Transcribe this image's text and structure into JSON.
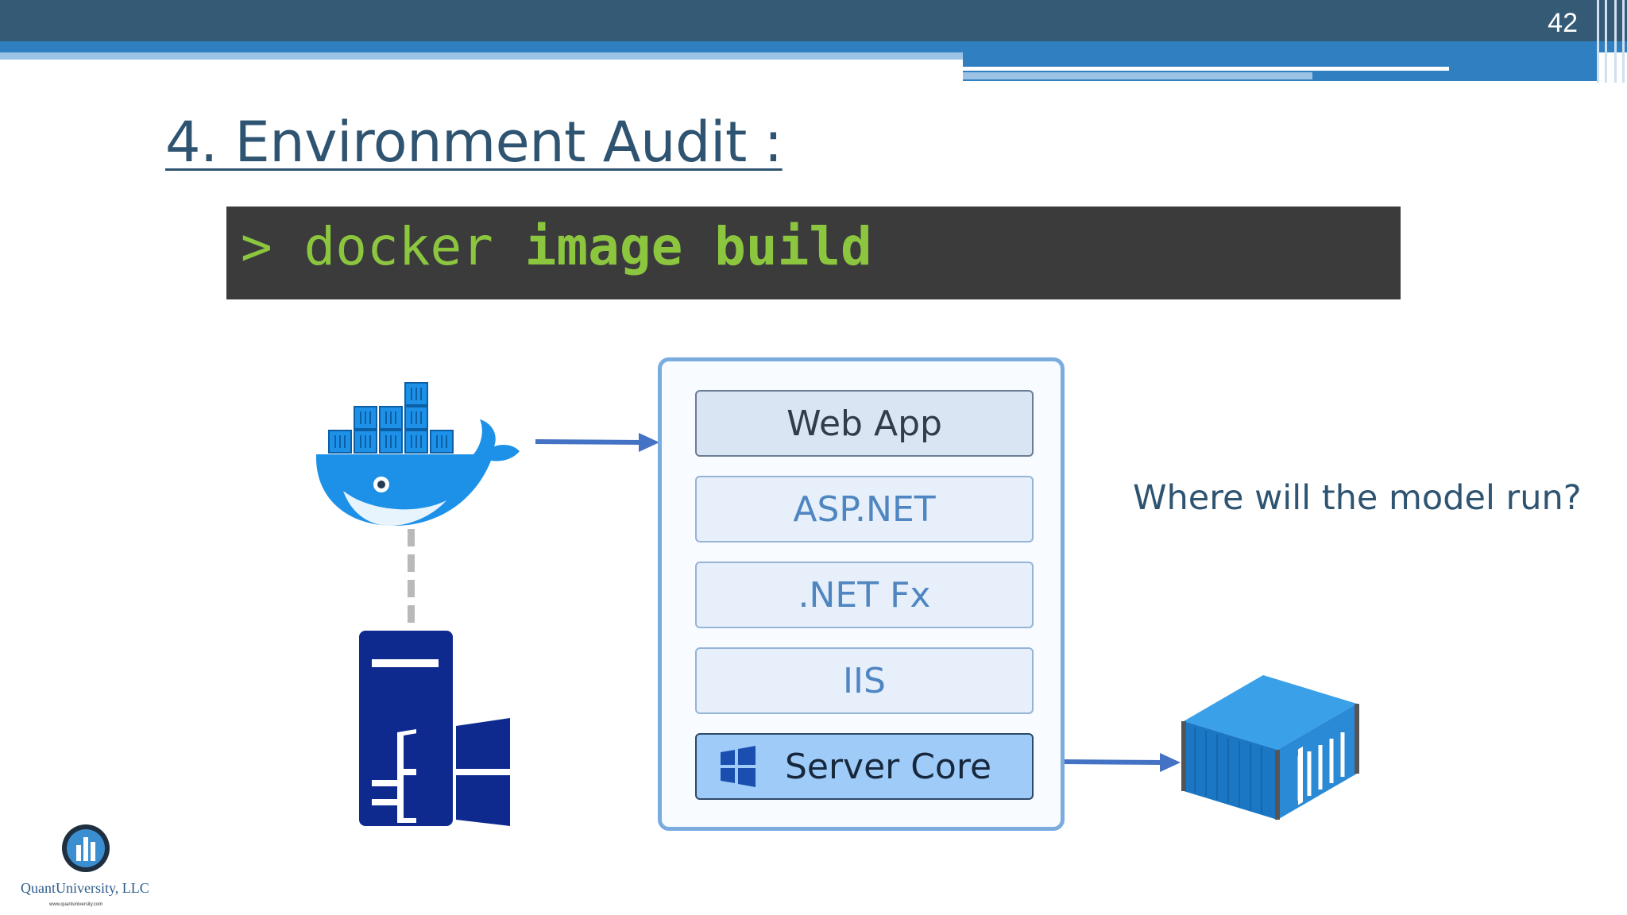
{
  "slide": {
    "page_number": "42",
    "title": "4. Environment Audit :"
  },
  "command": {
    "prompt": ">",
    "word1": "docker",
    "word2": "image",
    "word3": "build"
  },
  "stack_layers": [
    "Web App",
    "ASP.NET",
    ".NET Fx",
    "IIS",
    "Server Core"
  ],
  "question": "Where will the model run?",
  "footer": {
    "company": "QuantUniversity, LLC",
    "url": "www.quantuniversity.com"
  },
  "colors": {
    "header": "#345a76",
    "accent_blue": "#2f7fc1",
    "terminal_bg": "#3b3b3b",
    "terminal_text": "#8cc63f",
    "title_text": "#2e5471",
    "arrow": "#4472c4"
  },
  "icons": [
    "docker-whale-icon",
    "windows-server-icon",
    "shipping-container-icon",
    "windows-logo-icon",
    "quantuniversity-logo"
  ]
}
